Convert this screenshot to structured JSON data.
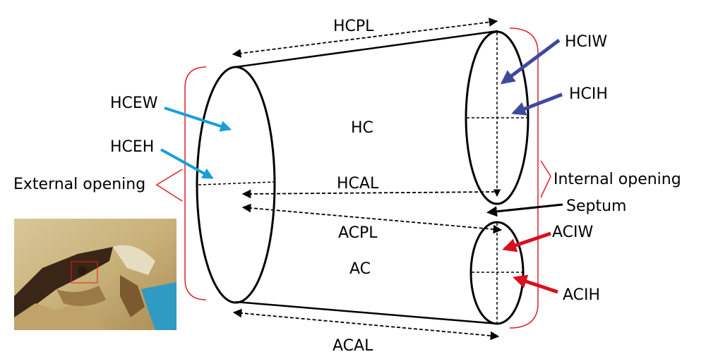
{
  "labels": {
    "hcpl": "HCPL",
    "hciw": "HCIW",
    "hcih": "HCIH",
    "hcew": "HCEW",
    "hceh": "HCEH",
    "hc": "HC",
    "hcal": "HCAL",
    "external_opening": "External opening",
    "internal_opening": "Internal opening",
    "septum": "Septum",
    "acpl": "ACPL",
    "aciw": "ACIW",
    "ac": "AC",
    "acih": "ACIH",
    "acal": "ACAL"
  },
  "colors": {
    "outline": "#000000",
    "bracket": "#d9232a",
    "hc_arrow_external": "#1a9ed9",
    "hc_arrow_internal": "#3d4a9c",
    "ac_arrow": "#d9101e"
  },
  "icons": {
    "photo": "skull-specimen-photo"
  }
}
